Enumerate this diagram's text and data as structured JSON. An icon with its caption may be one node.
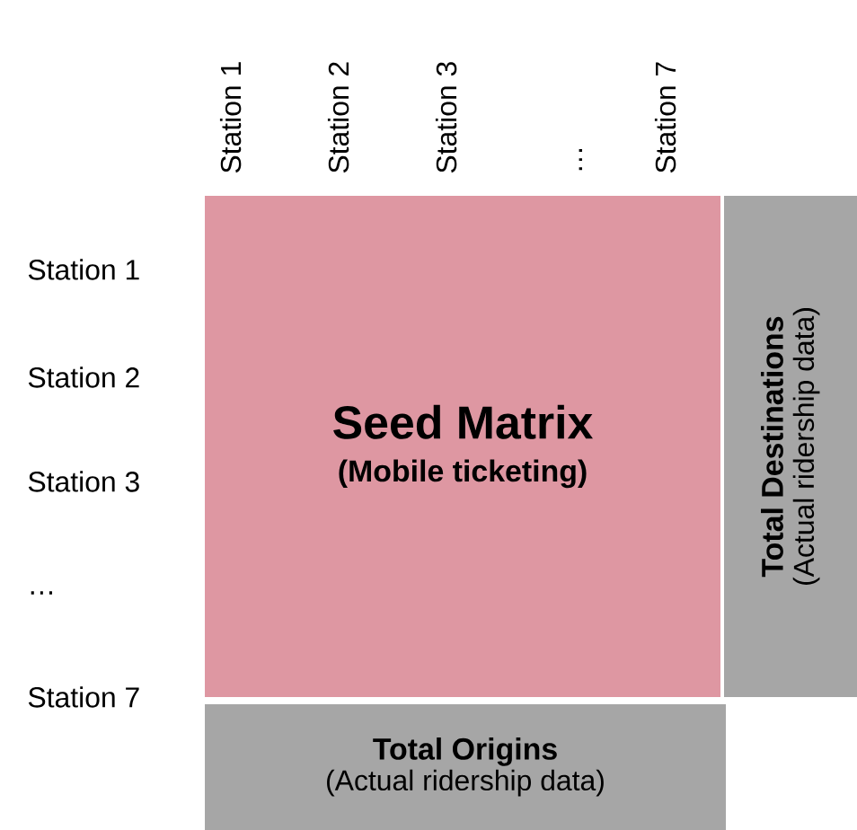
{
  "diagram": {
    "nodes": [
      {
        "text": [
          "Seed Matrix",
          "(Mobile ticketing)"
        ]
      },
      {
        "text": [
          "Total Destinations",
          "(Actual ridership data)"
        ]
      },
      {
        "text": [
          "Total Origins",
          "(Actual ridership data)"
        ]
      }
    ],
    "labels": [
      "Station 1",
      "Station 2",
      "Station 3",
      "…",
      "Station 7",
      "Station 1",
      "Station 2",
      "Station 3",
      "…",
      "Station 7"
    ]
  }
}
